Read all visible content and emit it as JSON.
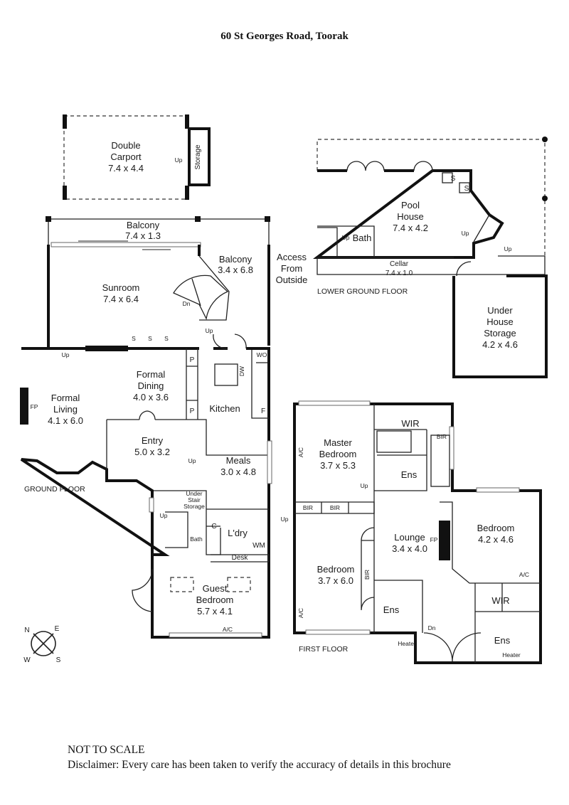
{
  "title": "60 St Georges Road, Toorak",
  "floors": {
    "lower_ground": "LOWER GROUND FLOOR",
    "ground": "GROUND FLOOR",
    "first": "FIRST FLOOR"
  },
  "rooms": {
    "carport": [
      "Double",
      "Carport",
      "7.4 x 4.4"
    ],
    "storage_carport": "Storage",
    "balcony1": [
      "Balcony",
      "7.4 x 1.3"
    ],
    "balcony2": [
      "Balcony",
      "3.4 x 6.8"
    ],
    "sunroom": [
      "Sunroom",
      "7.4 x 6.4"
    ],
    "access": [
      "Access",
      "From",
      "Outside"
    ],
    "pool_house": [
      "Pool",
      "House",
      "7.4 x 4.2"
    ],
    "pool_bath": "Bath",
    "cellar": [
      "Cellar",
      "7.4 x 1.0"
    ],
    "under_house": [
      "Under",
      "House",
      "Storage",
      "4.2 x 4.6"
    ],
    "formal_living": [
      "Formal",
      "Living",
      "4.1 x 6.0"
    ],
    "formal_dining": [
      "Formal",
      "Dining",
      "4.0 x 3.6"
    ],
    "kitchen": "Kitchen",
    "entry": [
      "Entry",
      "5.0 x 3.2"
    ],
    "meals": [
      "Meals",
      "3.0 x 4.8"
    ],
    "under_stair": [
      "Under",
      "Stair",
      "Storage"
    ],
    "guest_bath": "Bath",
    "laundry": "L'dry",
    "desk": "Desk",
    "guest_bedroom": [
      "Guest",
      "Bedroom",
      "5.7 x 4.1"
    ],
    "master_bedroom": [
      "Master",
      "Bedroom",
      "3.7 x 5.3"
    ],
    "wir1": "WIR",
    "ens1": "Ens",
    "lounge": [
      "Lounge",
      "3.4 x 4.0"
    ],
    "bedroom2": [
      "Bedroom",
      "4.2 x 4.6"
    ],
    "bedroom3": [
      "Bedroom",
      "3.7 x 6.0"
    ],
    "ens2": "Ens",
    "wir2": "WIR",
    "ens3": "Ens"
  },
  "markers": {
    "up": "Up",
    "dn": "Dn",
    "fp": "FP",
    "s": "S",
    "p": "P",
    "f": "F",
    "c": "C",
    "wm": "WM",
    "dw": "DW",
    "wo": "WO",
    "ac": "A/C",
    "bir": "BIR",
    "heater": "Heater"
  },
  "compass": {
    "n": "N",
    "e": "E",
    "w": "W",
    "s": "S"
  },
  "footer": {
    "note": "NOT TO SCALE",
    "disclaimer": "Disclaimer: Every care has been taken to verify the accuracy of details in this brochure"
  }
}
